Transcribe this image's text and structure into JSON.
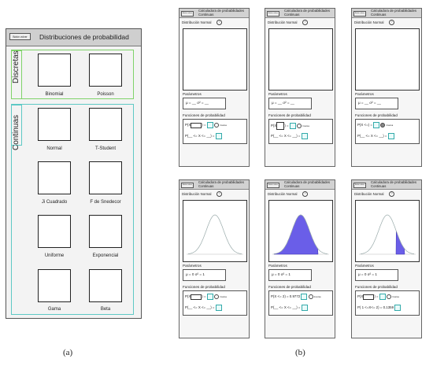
{
  "panel_a": {
    "back_button": "Botón volver",
    "title": "Distribuciones de probabilidad",
    "discretas_label": "Discretas",
    "continuas_label": "Continuas",
    "discretas_items": [
      "Binomial",
      "Poisson"
    ],
    "continuas_items": [
      "Normal",
      "T-Student",
      "Ji Cuadrado",
      "F de Snedecor",
      "Uniforme",
      "Exponencial",
      "Gama",
      "Beta"
    ],
    "caption": "(a)"
  },
  "panel_b": {
    "caption": "(b)",
    "back_button": "Botón volver",
    "title_line1": "Calculadora de probabilidades",
    "title_line2": "Continuas",
    "dist_label": "Distribución Normal",
    "help": "?",
    "params_title": "Parámetros",
    "funcs_title": "Funciones de probabilidad",
    "inversa": "Inversa",
    "screens": [
      {
        "params": "μ = __   σ² = __",
        "row1": "P(X",
        "row1_end": ") =",
        "row2": "P(__ <= X <= __) =",
        "curve": false
      },
      {
        "params": "μ = __   σ² = __",
        "row1": "P(X",
        "row1_end": ") =",
        "row2": "P(__ <= X <= __) =",
        "curve": false
      },
      {
        "params": "μ = __   σ² = __",
        "row1": "P(X <=",
        "row1_end": ") =",
        "row2": "P(__ <= X <= __) =",
        "curve": false
      },
      {
        "params": "μ = 0   σ² = 1",
        "row1": "P(X",
        "row1_end": ") =",
        "row2": "P(__ <= X <= __) =",
        "curve": true
      },
      {
        "params": "μ = 0   σ² = 1",
        "row1": "P(X <= 2",
        "row1_end": ") = 0.9772",
        "row2": "P(__ <= X <= __) =",
        "curve": true
      },
      {
        "params": "μ = 0   σ² = 1",
        "row1": "P(X",
        "row1_end": ") =",
        "row2": "P( 1 <=X<= 2) = 0.1359",
        "curve": true
      }
    ]
  }
}
